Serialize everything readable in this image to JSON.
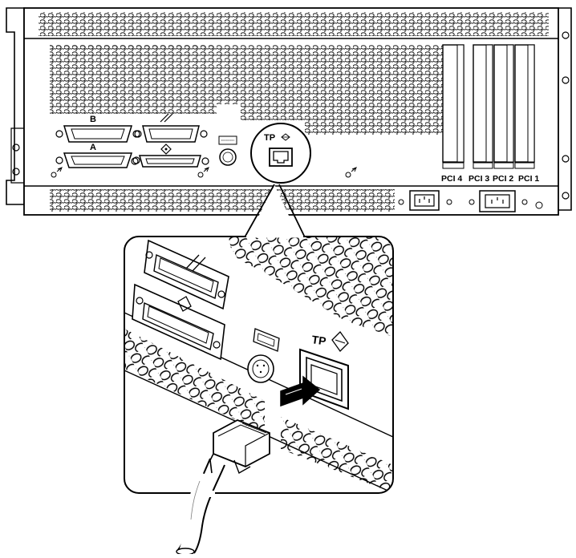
{
  "labels": {
    "port_b": "B",
    "port_a": "A",
    "tp": "TP",
    "tp_zoom": "TP",
    "pci_4": "PCI 4",
    "pci_3": "PCI 3",
    "pci_2": "PCI 2",
    "pci_1": "PCI 1"
  },
  "icons": {
    "tp_symbol": "ethernet-symbol-icon",
    "parallel_symbol": "parallel-symbol-icon",
    "scsi_symbol": "scsi-symbol-icon",
    "connector": "rj45-plug-icon",
    "insert_arrow": "arrow-icon"
  },
  "colors": {
    "line": "#000000",
    "background": "#ffffff"
  }
}
